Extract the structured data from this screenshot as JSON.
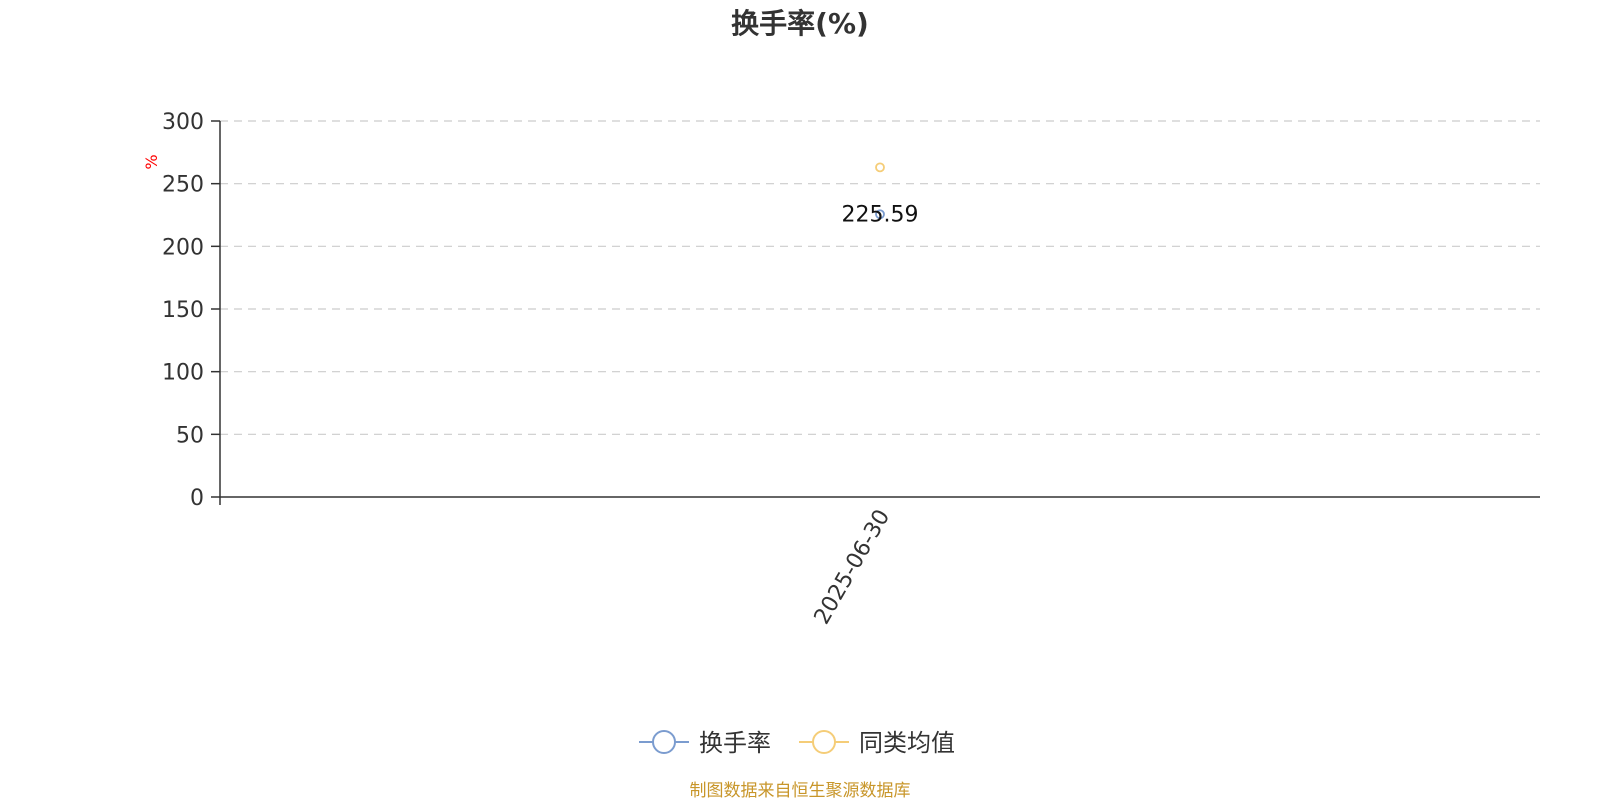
{
  "chart_data": {
    "type": "line",
    "title": "换手率(%)",
    "y_unit": "%",
    "categories": [
      "2025-06-30"
    ],
    "ylim": [
      0,
      300
    ],
    "yticks": [
      0,
      50,
      100,
      150,
      200,
      250,
      300
    ],
    "grid": true,
    "legend_position": "bottom",
    "series": [
      {
        "name": "换手率",
        "values": [
          225.59
        ],
        "color": "#7b9ccf",
        "show_labels": true
      },
      {
        "name": "同类均值",
        "values": [
          263
        ],
        "color": "#f5cd78",
        "show_labels": false
      }
    ]
  },
  "footer": {
    "source": "制图数据来自恒生聚源数据库"
  }
}
